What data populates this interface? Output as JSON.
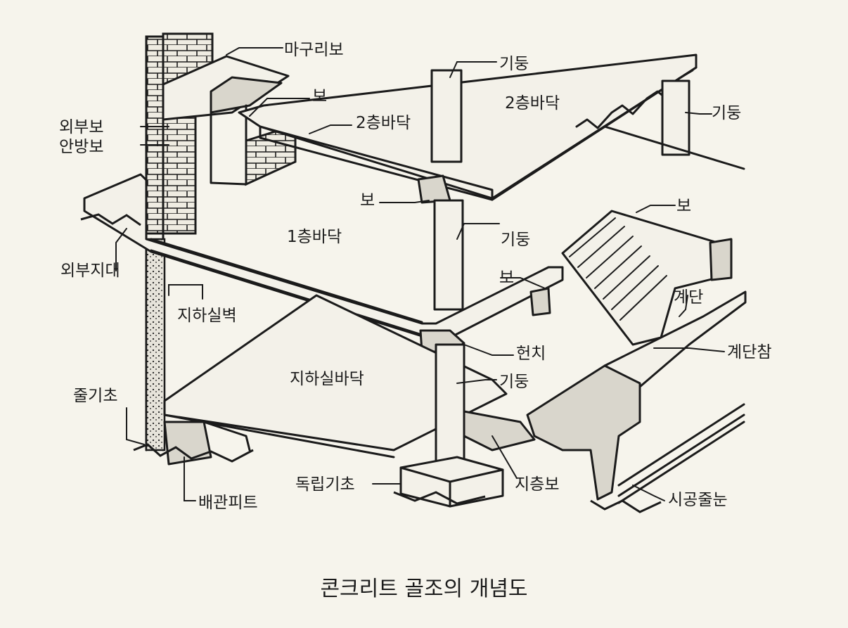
{
  "caption": "콘크리트 골조의 개념도",
  "labels": {
    "maguri_bo": "마구리보",
    "gidung_top": "기둥",
    "bo_top": "보",
    "floor2_left": "2층바닥",
    "floor2_right": "2층바닥",
    "gidung_right": "기둥",
    "oebu_bo": "외부보",
    "anbang_bo": "안방보",
    "bo_mid": "보",
    "bo_stair": "보",
    "floor1": "1층바닥",
    "gidung_mid": "기둥",
    "oebu_jidae": "외부지대",
    "bo_lower": "보",
    "gyedan": "계단",
    "jihasil_byeok": "지하실벽",
    "heonchi": "헌치",
    "gyedan_cham": "계단참",
    "jihasil_badak": "지하실바닥",
    "gidung_low": "기둥",
    "julgicho": "줄기초",
    "dokrip_gicho": "독립기초",
    "jicheung_bo": "지층보",
    "baegwan_pit": "배관피트",
    "sigong_julnun": "시공줄눈"
  }
}
